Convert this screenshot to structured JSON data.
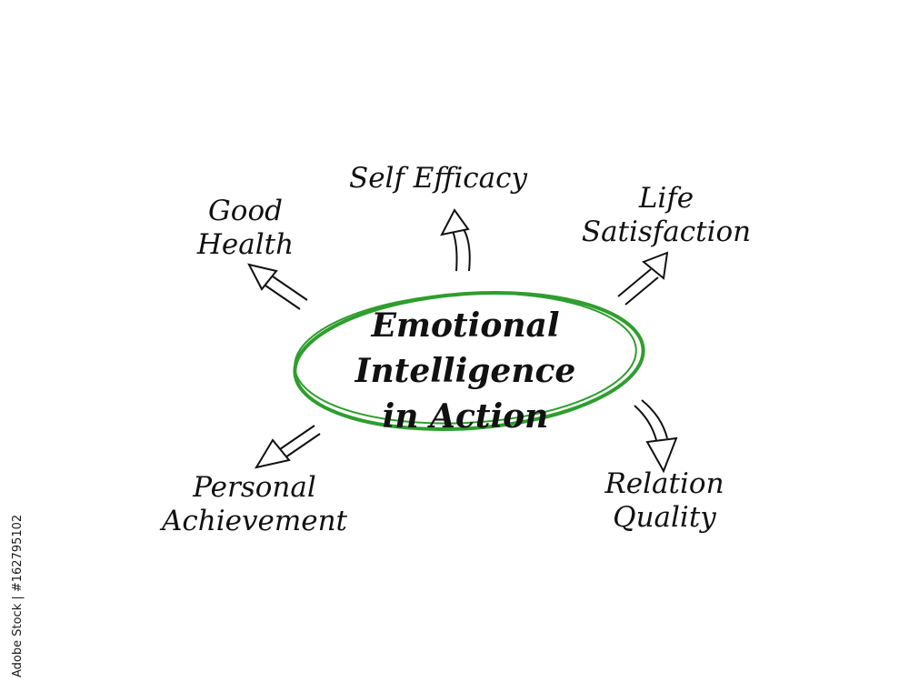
{
  "center": {
    "lines": [
      "Emotional",
      "Intelligence",
      "in Action"
    ]
  },
  "outcomes": [
    {
      "id": "self-efficacy",
      "lines": [
        "Self Efficacy"
      ]
    },
    {
      "id": "good-health",
      "lines": [
        "Good",
        "Health"
      ]
    },
    {
      "id": "life-satisfaction",
      "lines": [
        "Life",
        "Satisfaction"
      ]
    },
    {
      "id": "personal-achievement",
      "lines": [
        "Personal",
        "Achievement"
      ]
    },
    {
      "id": "relation-quality",
      "lines": [
        "Relation",
        "Quality"
      ]
    }
  ],
  "colors": {
    "ellipse": "#2e9e2e",
    "ink": "#111111"
  },
  "watermark": "Adobe Stock | #162795102"
}
